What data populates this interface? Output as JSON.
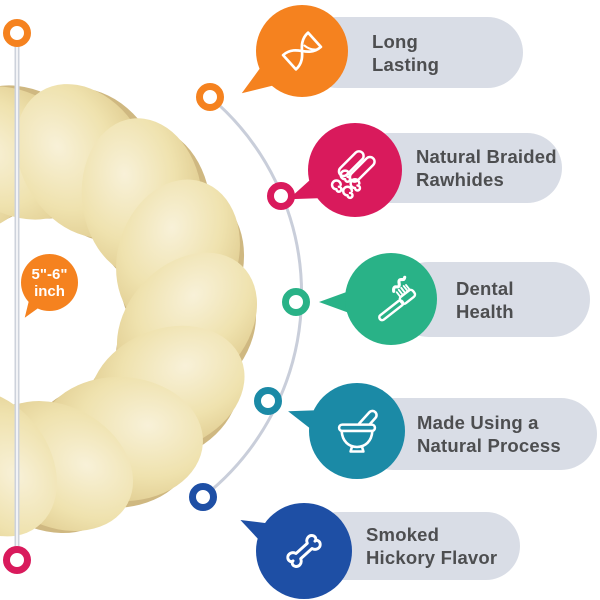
{
  "page": {
    "background": "#ffffff"
  },
  "product": {
    "size_label": {
      "line1": "5\"-6\"",
      "line2": "inch",
      "color": "#F5821F"
    }
  },
  "features": [
    {
      "icon": "hourglass-icon",
      "label_line1": "Long",
      "label_line2": "Lasting",
      "color": "#F5821F"
    },
    {
      "icon": "rawhide-rolls-icon",
      "label_line1": "Natural Braided",
      "label_line2": "Rawhides",
      "color": "#D91A5C"
    },
    {
      "icon": "toothbrush-icon",
      "label_line1": "Dental",
      "label_line2": "Health",
      "color": "#29B287"
    },
    {
      "icon": "mortar-pestle-icon",
      "label_line1": "Made Using a",
      "label_line2": "Natural Process",
      "color": "#1B8AA6"
    },
    {
      "icon": "bone-icon",
      "label_line1": "Smoked",
      "label_line2": "Hickory Flavor",
      "color": "#1E4FA5"
    }
  ],
  "styles": {
    "pill_bg": "#D9DDE6",
    "label_text": "#4D4E50",
    "connector": "#C9CEDA",
    "measure_line": "#CDD2DB"
  }
}
